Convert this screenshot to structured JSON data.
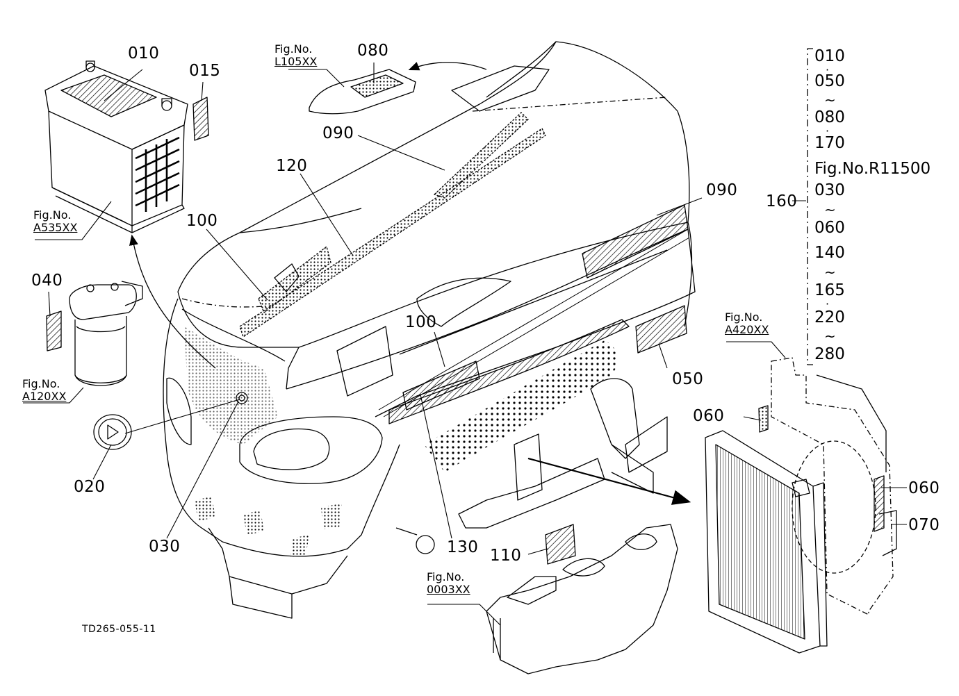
{
  "labels": {
    "p010": "010",
    "p015": "015",
    "p020": "020",
    "p030": "030",
    "p040": "040",
    "p050": "050",
    "p060a": "060",
    "p060b": "060",
    "p070": "070",
    "p080": "080",
    "p090a": "090",
    "p090b": "090",
    "p100a": "100",
    "p100b": "100",
    "p110": "110",
    "p120": "120",
    "p130": "130",
    "p160": "160"
  },
  "fig_refs": {
    "fig_prefix": "Fig.No.",
    "a535": "A535XX",
    "l105": "L105XX",
    "a120": "A120XX",
    "a420": "A420XX",
    "f0003": "0003XX"
  },
  "right_column": {
    "items": [
      "010",
      "050",
      "080",
      "170",
      "Fig.No.R11500",
      "030",
      "060",
      "140",
      "165",
      "220",
      "280"
    ]
  },
  "drawing_code": "TD265-055-11"
}
